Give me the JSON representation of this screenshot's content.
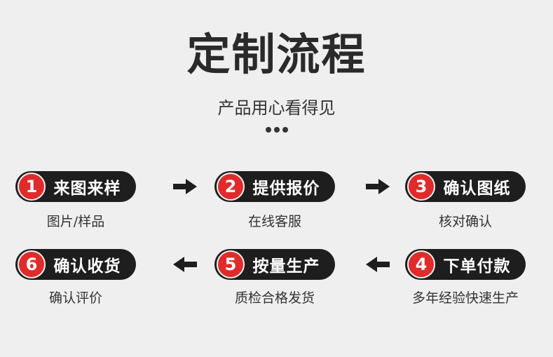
{
  "header": {
    "title": "定制流程",
    "subtitle": "产品用心看得见"
  },
  "steps": [
    {
      "number": "1",
      "label": "来图来样",
      "caption": "图片/样品"
    },
    {
      "number": "2",
      "label": "提供报价",
      "caption": "在线客服"
    },
    {
      "number": "3",
      "label": "确认图纸",
      "caption": "核对确认"
    },
    {
      "number": "4",
      "label": "下单付款",
      "caption": "多年经验快速生产"
    },
    {
      "number": "5",
      "label": "按量生产",
      "caption": "质检合格发货"
    },
    {
      "number": "6",
      "label": "确认收货",
      "caption": "确认评价"
    }
  ],
  "icons": {
    "arrow_right": "arrow-right-icon",
    "arrow_left": "arrow-left-icon"
  },
  "colors": {
    "badge": "#e02b2b",
    "pill": "#1e1e1e",
    "background": "#efefef"
  }
}
